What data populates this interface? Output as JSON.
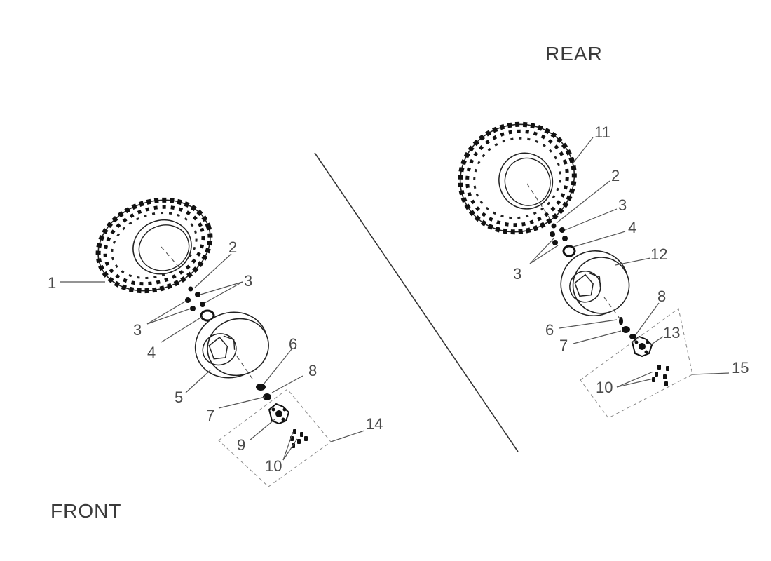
{
  "titles": {
    "rear": "REAR",
    "front": "FRONT"
  },
  "front_callouts": [
    "1",
    "2",
    "3",
    "3",
    "4",
    "5",
    "6",
    "7",
    "8",
    "9",
    "10",
    "14"
  ],
  "rear_callouts": [
    "11",
    "2",
    "3",
    "4",
    "3",
    "12",
    "8",
    "6",
    "13",
    "7",
    "10",
    "15"
  ]
}
